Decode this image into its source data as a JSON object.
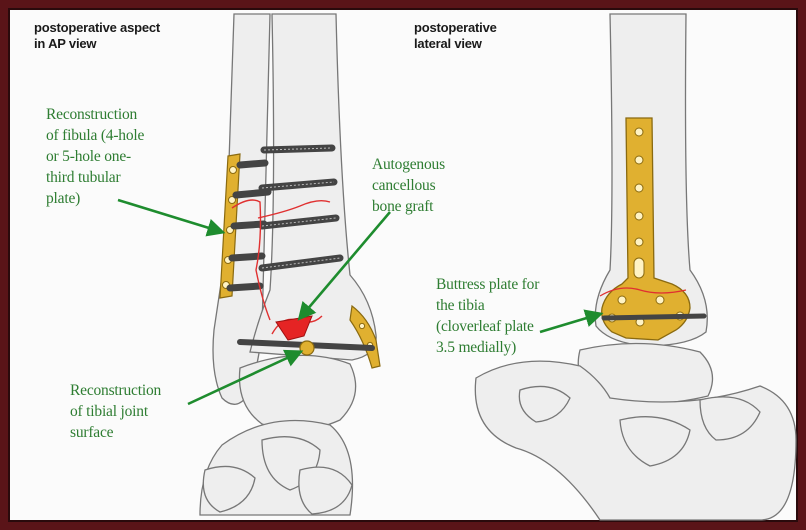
{
  "headers": {
    "ap_view": "postoperative aspect\nin AP view",
    "lateral_view": "postoperative\nlateral view"
  },
  "labels": {
    "fibula_reconstruction": "Reconstruction\nof fibula (4-hole\nor 5-hole one-\nthird tubular\nplate)",
    "bone_graft": "Autogenous\ncancellous\nbone graft",
    "tibial_joint_surface": "Reconstruction\nof tibial joint\nsurface",
    "buttress_plate": "Buttress plate for\nthe tibia\n(cloverleaf plate\n3.5 medially)"
  },
  "colors": {
    "frame": "#5a1418",
    "label_text": "#2e7d32",
    "arrow": "#1e8c2e",
    "plate": "#e0b030",
    "fracture_line": "#e03030",
    "bone_fill": "#eeeeee",
    "bone_outline": "#777777"
  }
}
